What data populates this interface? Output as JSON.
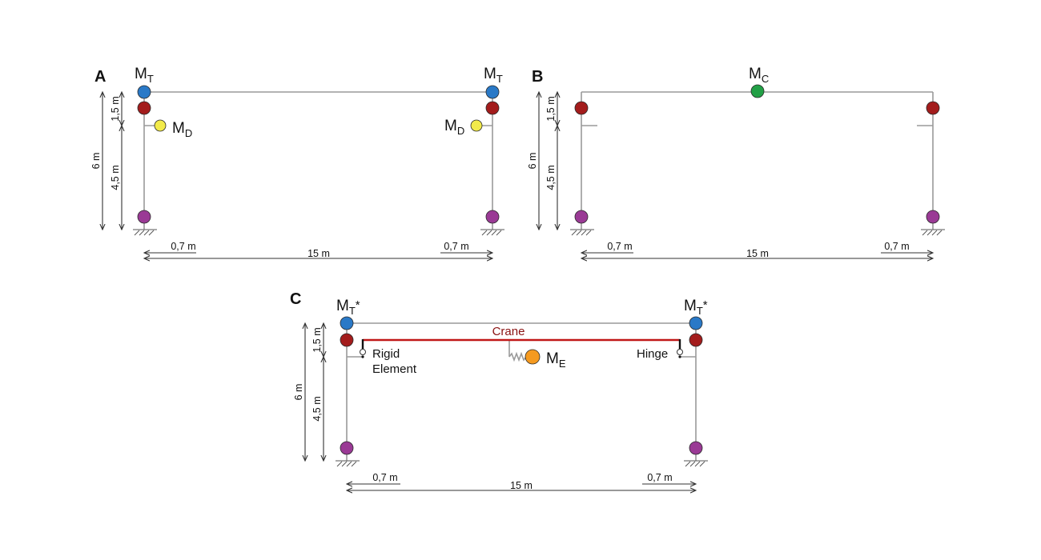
{
  "panels": {
    "a": {
      "label": "A",
      "masses": {
        "top_left": {
          "main": "M",
          "sub": "T"
        },
        "top_right": {
          "main": "M",
          "sub": "T"
        },
        "damper_left": {
          "main": "M",
          "sub": "D"
        },
        "damper_right": {
          "main": "M",
          "sub": "D"
        }
      },
      "dims": {
        "upper": "1,5 m",
        "lower": "4,5 m",
        "total": "6 m",
        "offset_left": "0,7 m",
        "offset_right": "0,7 m",
        "span": "15 m"
      }
    },
    "b": {
      "label": "B",
      "masses": {
        "center": {
          "main": "M",
          "sub": "C"
        }
      },
      "dims": {
        "upper": "1,5 m",
        "lower": "4,5 m",
        "total": "6 m",
        "offset_left": "0,7 m",
        "offset_right": "0,7 m",
        "span": "15 m"
      }
    },
    "c": {
      "label": "C",
      "masses": {
        "top_left": {
          "main": "M",
          "sub": "T",
          "star": "*"
        },
        "top_right": {
          "main": "M",
          "sub": "T",
          "star": "*"
        },
        "crane_mass": {
          "main": "M",
          "sub": "E"
        }
      },
      "labels": {
        "crane": "Crane",
        "rigid1": "Rigid",
        "rigid2": "Element",
        "hinge": "Hinge"
      },
      "dims": {
        "upper": "1,5 m",
        "lower": "4,5 m",
        "total": "6 m",
        "offset_left": "0,7 m",
        "offset_right": "0,7 m",
        "span": "15 m"
      }
    }
  },
  "colors": {
    "top_mass": "#2a79c7",
    "floor_mass": "#a31c1c",
    "base_mass": "#9a3a95",
    "damper_mass": "#f2ea4a",
    "center_mass": "#22a046",
    "crane_mass": "#f59a20",
    "crane_beam": "#c01818",
    "crane_text": "#8a1010"
  }
}
